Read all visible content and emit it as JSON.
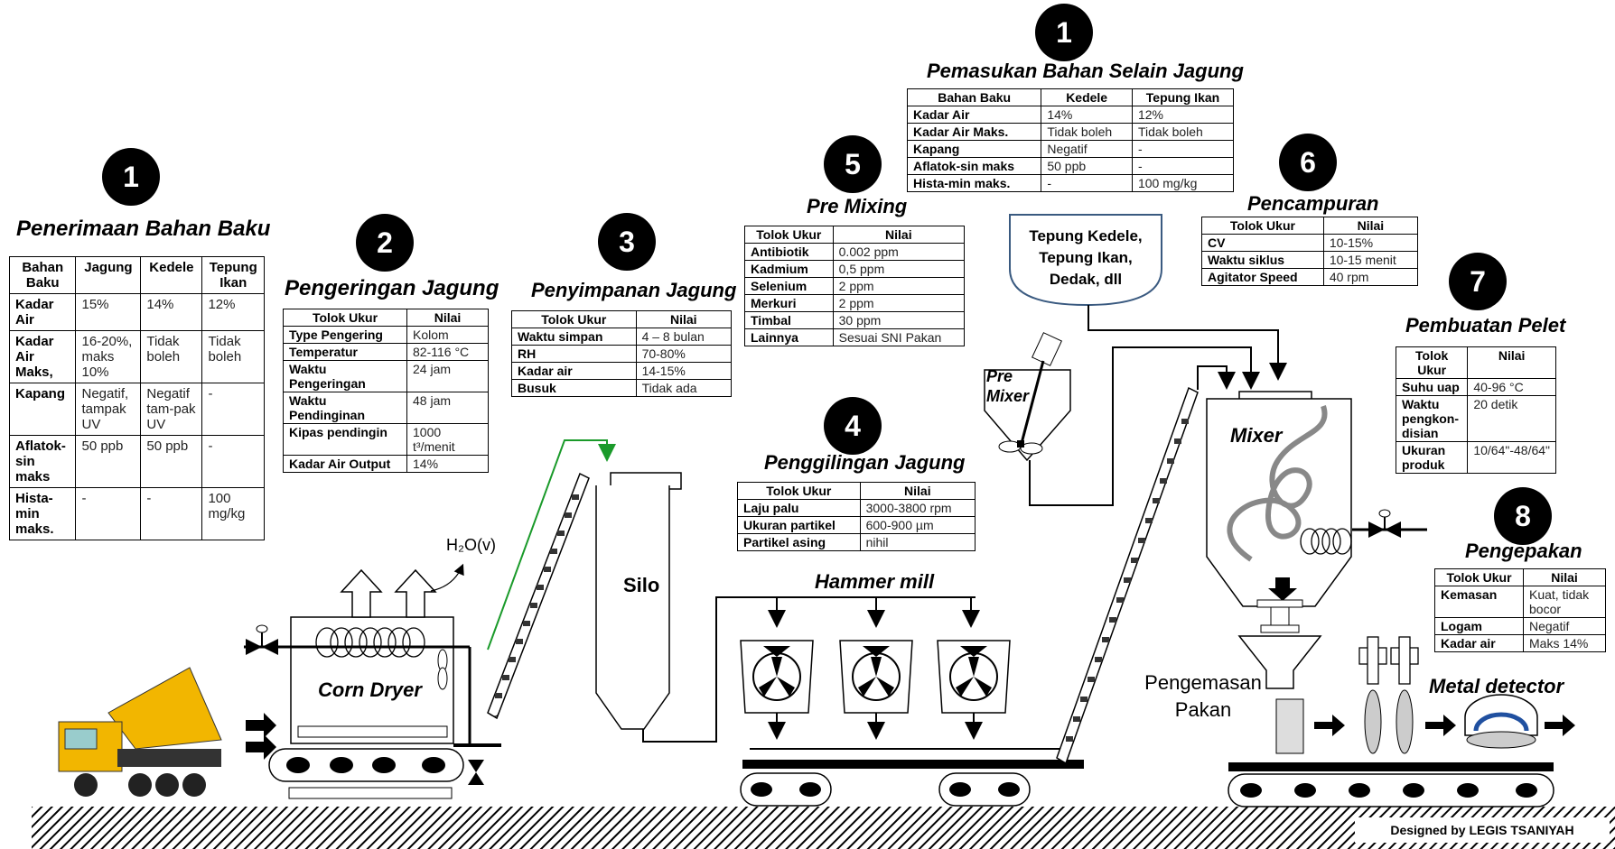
{
  "sections": [
    {
      "num": "1",
      "title": "Penerimaan Bahan Baku",
      "headers": [
        "Bahan Baku",
        "Jagung",
        "Kedele",
        "Tepung Ikan"
      ],
      "rows": [
        [
          "Kadar Air",
          "15%",
          "14%",
          "12%"
        ],
        [
          "Kadar Air Maks,",
          "16-20%, maks 10%",
          "Tidak boleh",
          "Tidak boleh"
        ],
        [
          "Kapang",
          "Negatif, tampak UV",
          "Negatif tam-pak UV",
          "-"
        ],
        [
          "Aflatok-sin maks",
          "50 ppb",
          "50 ppb",
          "-"
        ],
        [
          "Hista-min maks.",
          "-",
          "-",
          "100 mg/kg"
        ]
      ]
    },
    {
      "num": "2",
      "title": "Pengeringan Jagung",
      "headers": [
        "Tolok Ukur",
        "Nilai"
      ],
      "rows": [
        [
          "Type Pengering",
          "Kolom"
        ],
        [
          "Temperatur",
          "82-116 °C"
        ],
        [
          "Waktu Pengeringan",
          "24 jam"
        ],
        [
          "Waktu Pendinginan",
          "48 jam"
        ],
        [
          "Kipas pendingin",
          "1000 t³/menit"
        ],
        [
          "Kadar Air Output",
          "14%"
        ]
      ]
    },
    {
      "num": "3",
      "title": "Penyimpanan Jagung",
      "headers": [
        "Tolok Ukur",
        "Nilai"
      ],
      "rows": [
        [
          "Waktu simpan",
          "4 – 8 bulan"
        ],
        [
          "RH",
          "70-80%"
        ],
        [
          "Kadar air",
          "14-15%"
        ],
        [
          "Busuk",
          "Tidak ada"
        ]
      ]
    },
    {
      "num": "4",
      "title": "Penggilingan Jagung",
      "headers": [
        "Tolok Ukur",
        "Nilai"
      ],
      "rows": [
        [
          "Laju palu",
          "3000-3800 rpm"
        ],
        [
          "Ukuran partikel",
          "600-900 µm"
        ],
        [
          "Partikel asing",
          "nihil"
        ]
      ]
    },
    {
      "num": "5",
      "title": "Pre Mixing",
      "headers": [
        "Tolok Ukur",
        "Nilai"
      ],
      "rows": [
        [
          "Antibiotik",
          "0.002 ppm"
        ],
        [
          "Kadmium",
          "0,5 ppm"
        ],
        [
          "Selenium",
          "2 ppm"
        ],
        [
          "Merkuri",
          "2 ppm"
        ],
        [
          "Timbal",
          "30 ppm"
        ],
        [
          "Lainnya",
          "Sesuai SNI Pakan"
        ]
      ]
    },
    {
      "num": "1",
      "title": "Pemasukan Bahan Selain Jagung",
      "headers": [
        "Bahan Baku",
        "Kedele",
        "Tepung Ikan"
      ],
      "rows": [
        [
          "Kadar Air",
          "14%",
          "12%"
        ],
        [
          "Kadar Air Maks.",
          "Tidak boleh",
          "Tidak boleh"
        ],
        [
          "Kapang",
          "Negatif",
          "-"
        ],
        [
          "Aflatok-sin maks",
          "50 ppb",
          "-"
        ],
        [
          "Hista-min maks.",
          "-",
          "100 mg/kg"
        ]
      ]
    },
    {
      "num": "6",
      "title": "Pencampuran",
      "headers": [
        "Tolok Ukur",
        "Nilai"
      ],
      "rows": [
        [
          "CV",
          "10-15%"
        ],
        [
          "Waktu siklus",
          "10-15 menit"
        ],
        [
          "Agitator Speed",
          "40 rpm"
        ]
      ]
    },
    {
      "num": "7",
      "title": "Pembuatan Pelet",
      "headers": [
        "Tolok Ukur",
        "Nilai"
      ],
      "rows": [
        [
          "Suhu uap",
          "40-96 °C"
        ],
        [
          "Waktu pengkon-disian",
          "20 detik"
        ],
        [
          "Ukuran produk",
          "10/64\"-48/64\""
        ]
      ]
    },
    {
      "num": "8",
      "title": "Pengepakan",
      "headers": [
        "Tolok Ukur",
        "Nilai"
      ],
      "rows": [
        [
          "Kemasan",
          "Kuat, tidak bocor"
        ],
        [
          "Logam",
          "Negatif"
        ],
        [
          "Kadar air",
          "Maks 14%"
        ]
      ]
    }
  ],
  "labels": {
    "corn_dryer": "Corn Dryer",
    "silo": "Silo",
    "hammer_mill": "Hammer mill",
    "pre_mixer": "Pre Mixer",
    "mixer": "Mixer",
    "hopper": "Tepung Kedele, Tepung Ikan, Dedak, dll",
    "h2o": "H₂O(v)",
    "pengemasan": "Pengemasan Pakan",
    "metal_detector": "Metal detector",
    "credit": "Designed by LEGIS TSANIYAH"
  }
}
